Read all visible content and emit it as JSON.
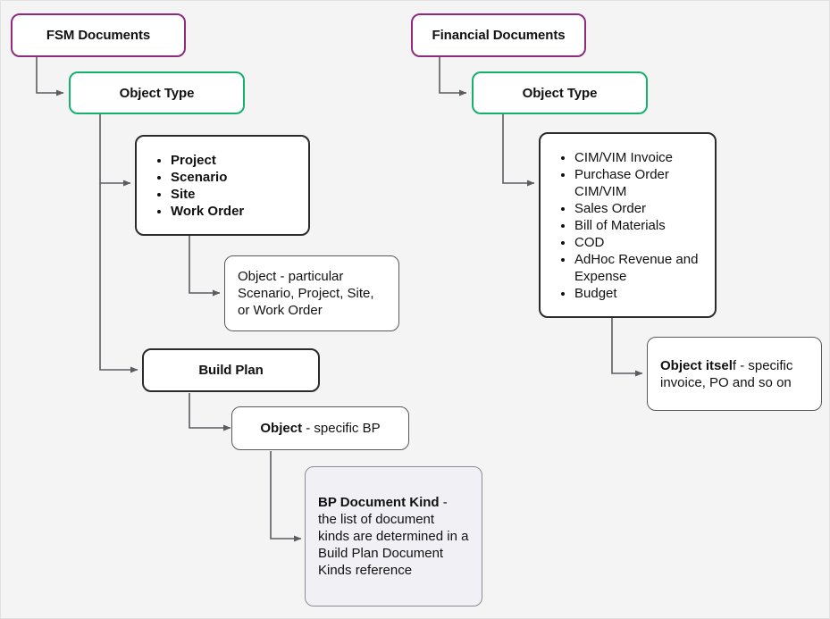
{
  "diagram": {
    "title": "FSM and Financial Documents object hierarchy",
    "background_color": "#f4f4f4",
    "colors": {
      "accent_purple": "#8e2b7e",
      "accent_green": "#14b16c",
      "node_border": "#2b2b2b",
      "connector": "#5a5c60",
      "lavender_fill": "#f0f0f5"
    }
  },
  "columns": {
    "left": {
      "root_label": "FSM Documents",
      "object_type_label": "Object Type",
      "object_type_items": [
        "Project",
        "Scenario",
        "Site",
        "Work Order"
      ],
      "object_detail": "Object - particular Scenario, Project, Site, or Work Order",
      "build_plan_label": "Build Plan",
      "build_plan_object_bold": "Object",
      "build_plan_object_rest": " - specific BP",
      "doc_kind_bold": "BP Document Kind",
      "doc_kind_rest": " - the list of document kinds are determined in a Build Plan Document Kinds reference"
    },
    "right": {
      "root_label": "Financial Documents",
      "object_type_label": "Object Type",
      "object_type_items": [
        "CIM/VIM Invoice",
        "Purchase Order CIM/VIM",
        "Sales Order",
        "Bill of Materials",
        "COD",
        "AdHoc Revenue and Expense",
        "Budget"
      ],
      "object_itself_bold": "Object itsel",
      "object_itself_rest": "f - specific invoice, PO and so on"
    }
  }
}
